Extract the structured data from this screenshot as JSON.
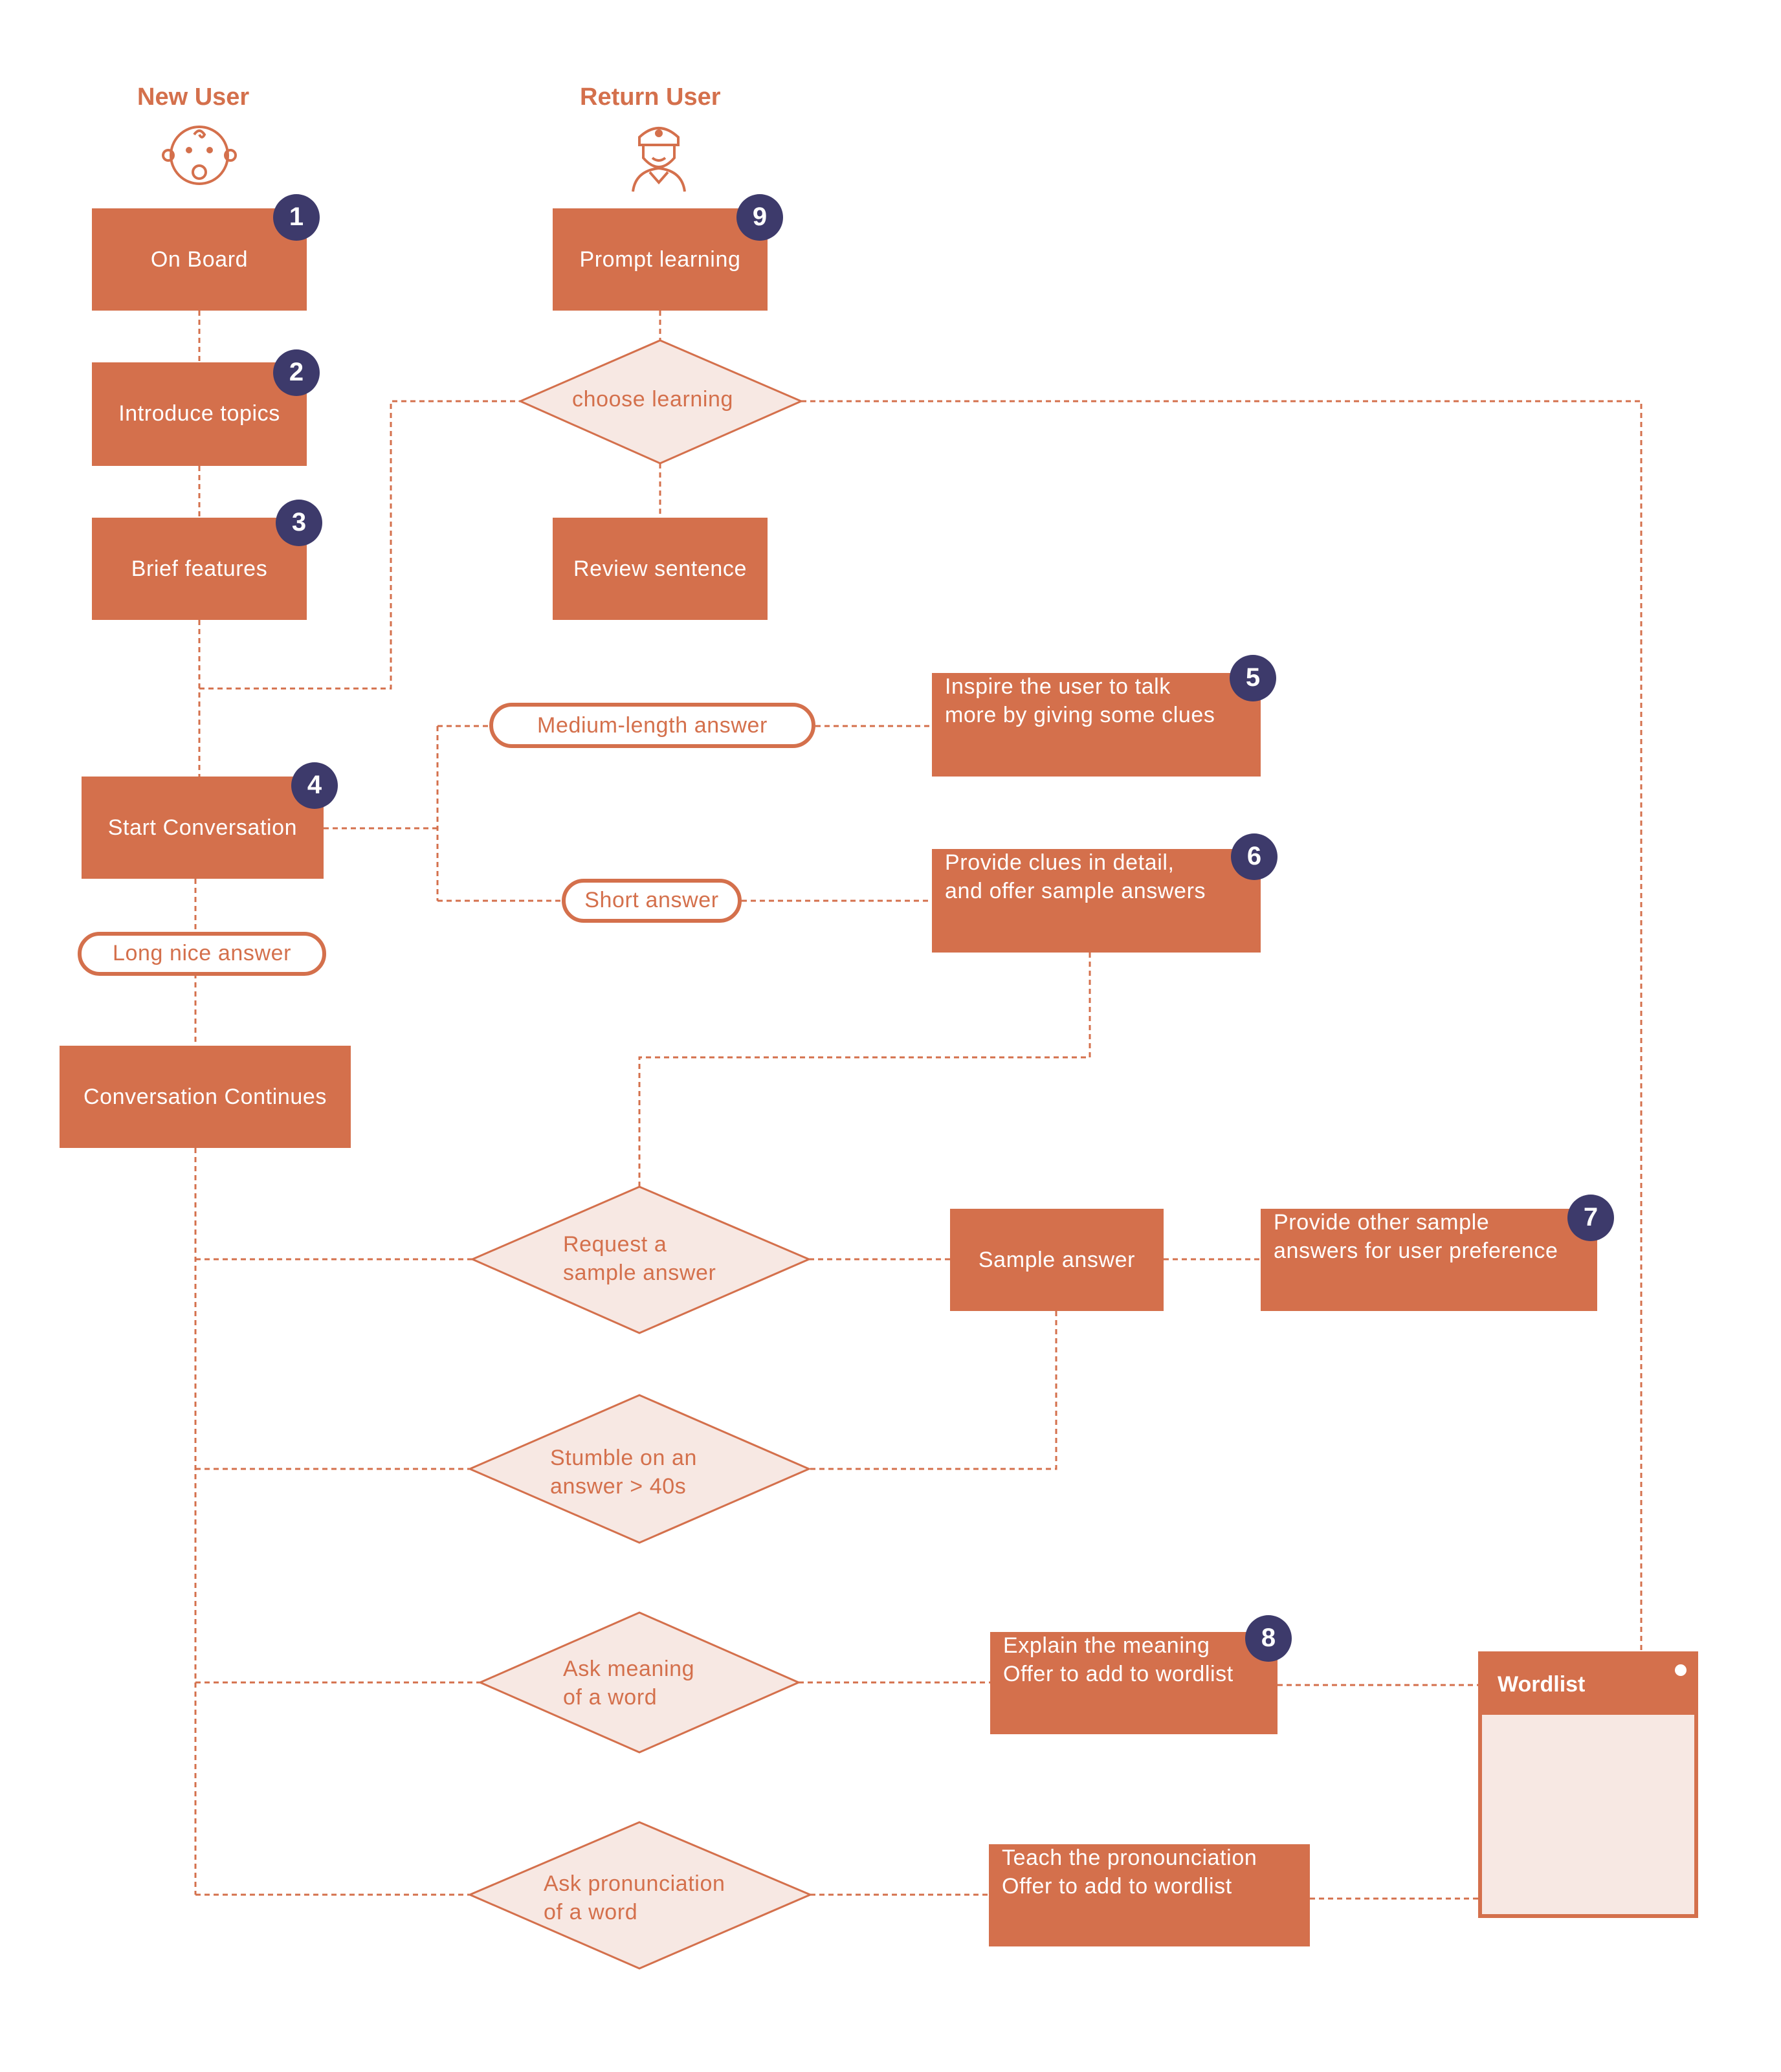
{
  "headings": {
    "new_user": "New User",
    "return_user": "Return User"
  },
  "icons": {
    "new_user": "baby-face-icon",
    "return_user": "captain-icon"
  },
  "colors": {
    "accent": "#d4704c",
    "diamond_fill": "#f7e8e3",
    "badge": "#3d3a6b"
  },
  "boxes": {
    "on_board": "On Board",
    "introduce_topics": "Introduce topics",
    "brief_features": "Brief features",
    "prompt_learning": "Prompt learning",
    "review_sentence": "Review sentence",
    "start_conversation": "Start Conversation",
    "conversation_continues": "Conversation Continues",
    "inspire_line1": "Inspire the user to talk",
    "inspire_line2": "more by giving some clues",
    "provide_clues_line1": "Provide clues in detail,",
    "provide_clues_line2": "and offer sample answers",
    "sample_answer": "Sample answer",
    "other_samples_line1": "Provide other sample",
    "other_samples_line2": "answers for user preference",
    "explain_line1": "Explain the meaning",
    "explain_line2": "Offer to add to wordlist",
    "teach_line1": "Teach the pronounciation",
    "teach_line2": "Offer to add to wordlist"
  },
  "pills": {
    "medium": "Medium-length answer",
    "short": "Short answer",
    "long": "Long nice answer"
  },
  "diamonds": {
    "choose_learning": "choose learning",
    "request_sample": "Request a\nsample answer",
    "stumble": "Stumble on an\nanswer > 40s",
    "ask_meaning": "Ask meaning\nof a word",
    "ask_pronunciation": "Ask pronunciation\nof a word"
  },
  "badges": [
    "1",
    "2",
    "3",
    "4",
    "5",
    "6",
    "7",
    "8",
    "9"
  ],
  "wordlist": {
    "title": "Wordlist"
  }
}
